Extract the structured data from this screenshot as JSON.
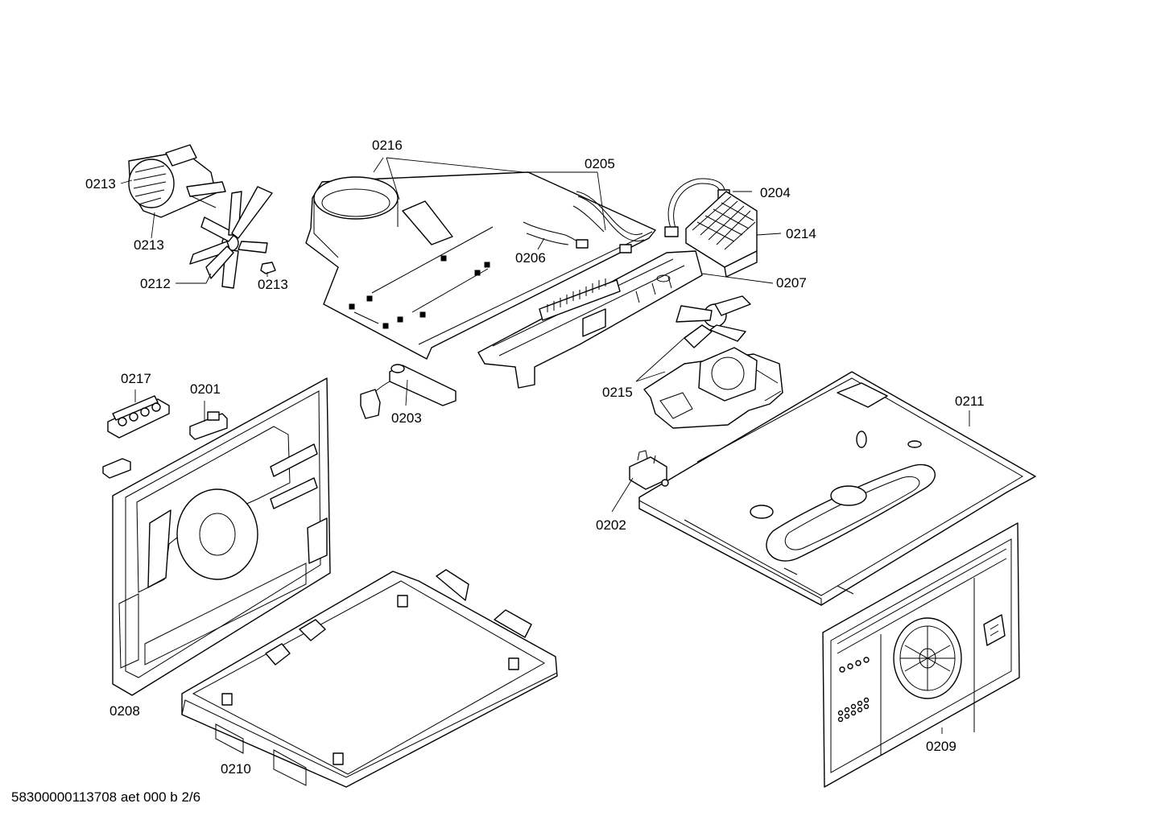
{
  "diagram": {
    "type": "exploded-parts-view",
    "callouts": [
      {
        "id": "0216",
        "label": "0216"
      },
      {
        "id": "0205",
        "label": "0205"
      },
      {
        "id": "0204",
        "label": "0204"
      },
      {
        "id": "0214",
        "label": "0214"
      },
      {
        "id": "0207",
        "label": "0207"
      },
      {
        "id": "0213a",
        "label": "0213"
      },
      {
        "id": "0213b",
        "label": "0213"
      },
      {
        "id": "0213c",
        "label": "0213"
      },
      {
        "id": "0212",
        "label": "0212"
      },
      {
        "id": "0206",
        "label": "0206"
      },
      {
        "id": "0215",
        "label": "0215"
      },
      {
        "id": "0217",
        "label": "0217"
      },
      {
        "id": "0201",
        "label": "0201"
      },
      {
        "id": "0203",
        "label": "0203"
      },
      {
        "id": "0211",
        "label": "0211"
      },
      {
        "id": "0202",
        "label": "0202"
      },
      {
        "id": "0208",
        "label": "0208"
      },
      {
        "id": "0210",
        "label": "0210"
      },
      {
        "id": "0209",
        "label": "0209"
      }
    ]
  },
  "footer": {
    "document_code": "58300000113708 aet 000 b 2/6"
  }
}
